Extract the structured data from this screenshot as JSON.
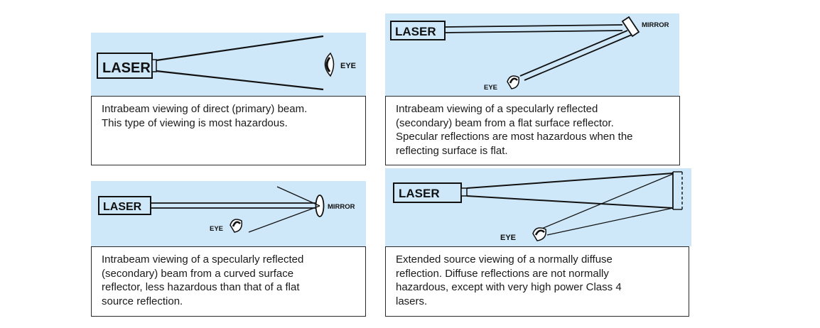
{
  "colors": {
    "panel_background": "#cfe8f9",
    "line": "#111111",
    "caption_border": "#2a2a2a"
  },
  "panels": {
    "direct": {
      "laser_label": "LASER",
      "eye_label": "EYE",
      "caption": [
        "Intrabeam viewing of direct (primary) beam.",
        "This type of viewing is most hazardous."
      ]
    },
    "flat_mirror": {
      "laser_label": "LASER",
      "mirror_label": "MIRROR",
      "eye_label": "EYE",
      "caption": [
        "Intrabeam viewing of a specularly reflected",
        "(secondary) beam from a flat surface reflector.",
        "Specular reflections are most hazardous  when the",
        "reflecting surface is flat."
      ]
    },
    "curved_mirror": {
      "laser_label": "LASER",
      "mirror_label": "MIRROR",
      "eye_label": "EYE",
      "caption": [
        "Intrabeam viewing of a specularly reflected",
        "(secondary) beam from a curved surface",
        "reflector, less hazardous  than that of a flat",
        "source reflection."
      ]
    },
    "diffuse": {
      "laser_label": "LASER",
      "eye_label": "EYE",
      "caption": [
        "Extended source viewing of a normally diffuse",
        "reflection. Diffuse reflections are not normally",
        "hazardous,  except with very high power Class 4",
        "lasers."
      ]
    }
  }
}
